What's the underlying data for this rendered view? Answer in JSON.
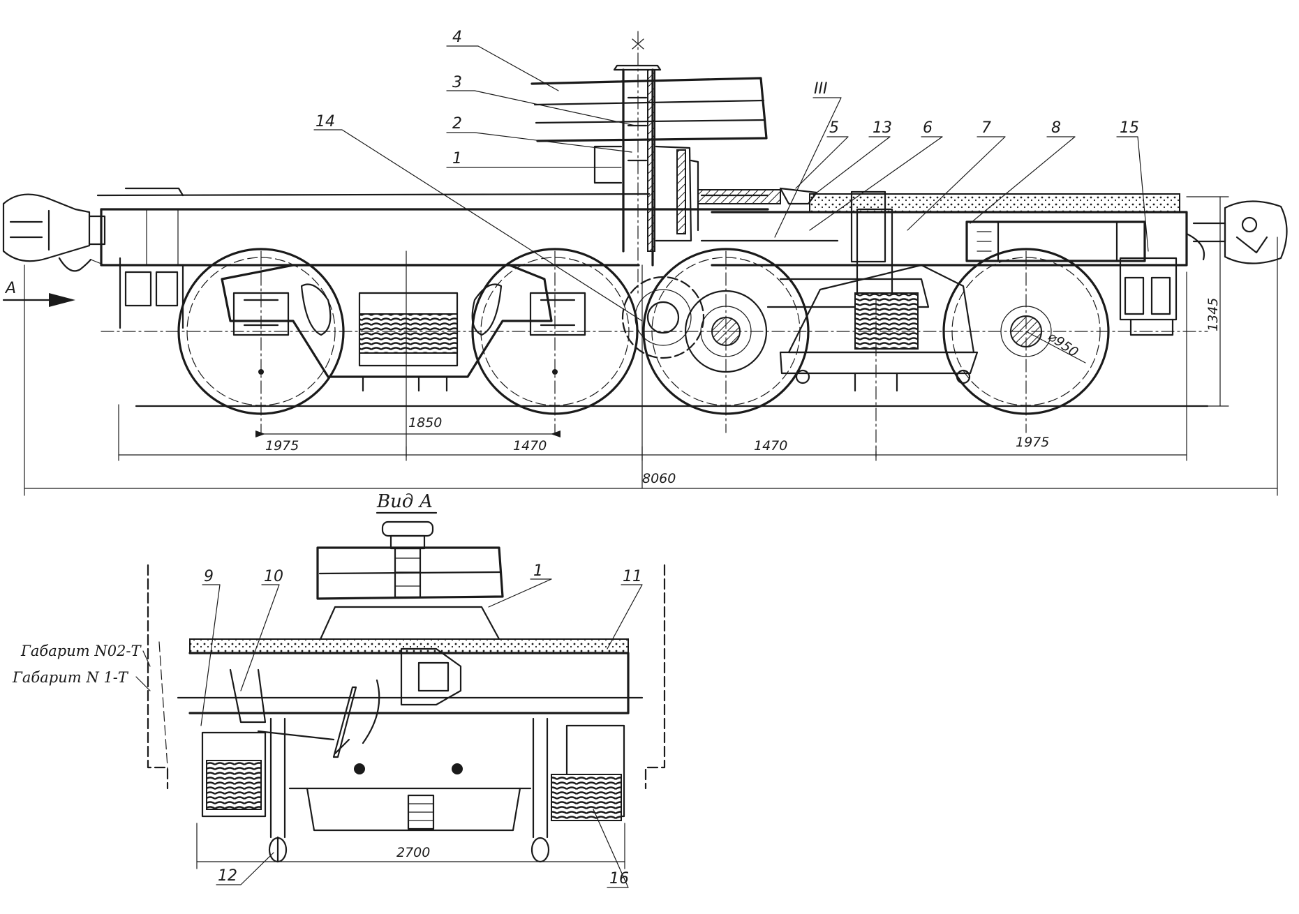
{
  "side_view": {
    "callouts": [
      "4",
      "3",
      "2",
      "1",
      "14",
      "III",
      "5",
      "13",
      "6",
      "7",
      "8",
      "15"
    ],
    "dimensions": {
      "wheelbase_inner": "1850",
      "seg_left": "1975",
      "seg_center_left": "1470",
      "seg_center_right": "1470",
      "seg_right": "1975",
      "overall_length": "8060",
      "height": "1345",
      "wheel_diameter": "⌀950"
    },
    "arrow_label": "A"
  },
  "view_a": {
    "title": "Вид А",
    "callouts": [
      "9",
      "10",
      "1",
      "11",
      "12",
      "16"
    ],
    "gauge_labels": [
      "Габарит N02-Т",
      "Габарит N 1-Т"
    ],
    "width_dimension": "2700"
  }
}
